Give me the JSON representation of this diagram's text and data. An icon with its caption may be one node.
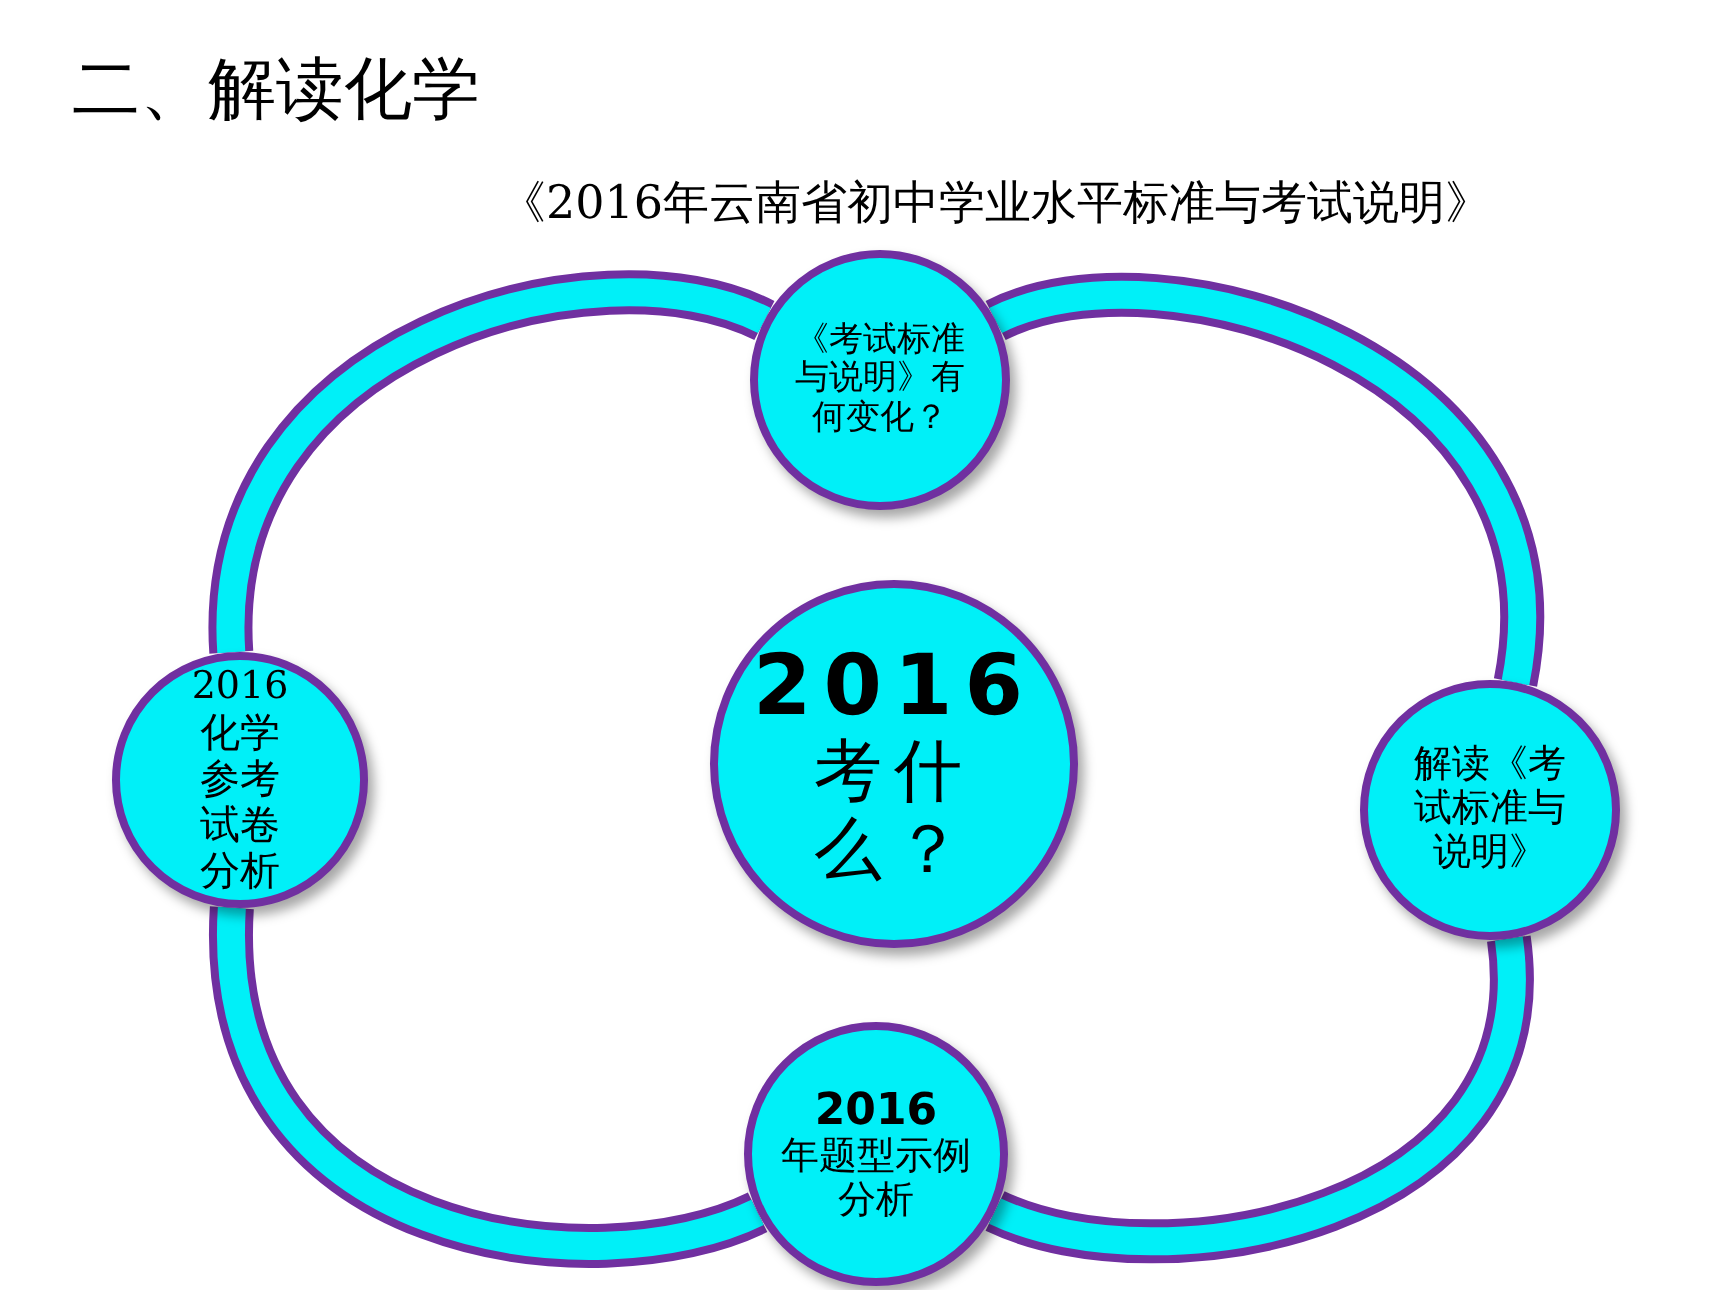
{
  "diagram": {
    "title": "二、解读化学",
    "nodes": [
      {
        "text": [
          "《考试标准与说明》有何变化？"
        ]
      },
      {
        "text": [
          "2016",
          "化学参考试卷分析"
        ]
      },
      {
        "text": [
          "2016",
          "考什么？"
        ]
      },
      {
        "text": [
          "解读《考试标准与说明》"
        ]
      },
      {
        "text": [
          "2016",
          "年题型示例分析"
        ]
      }
    ],
    "edges": [
      {
        "from": 0,
        "to": 1,
        "arrow": "none"
      },
      {
        "from": 1,
        "to": 4,
        "arrow": "none"
      },
      {
        "from": 4,
        "to": 3,
        "arrow": "none"
      },
      {
        "from": 3,
        "to": 0,
        "arrow": "none"
      }
    ],
    "labels": [
      "《2016年云南省初中学业水平标准与考试说明》"
    ]
  }
}
